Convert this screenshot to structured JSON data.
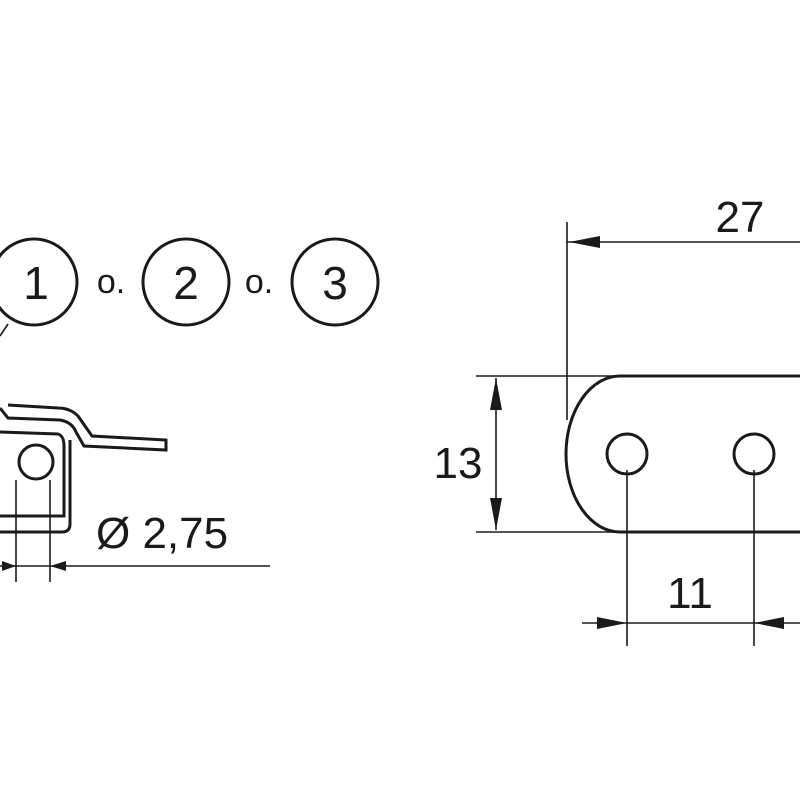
{
  "drawing": {
    "line_color": "#1a1a1a",
    "background": "#ffffff",
    "callouts": [
      "1",
      "2",
      "3"
    ],
    "conjunction": "o.",
    "dimensions": {
      "overall_length": "27",
      "height": "13",
      "hole_spacing": "11",
      "hole_diameter": "Ø 2,75"
    }
  }
}
